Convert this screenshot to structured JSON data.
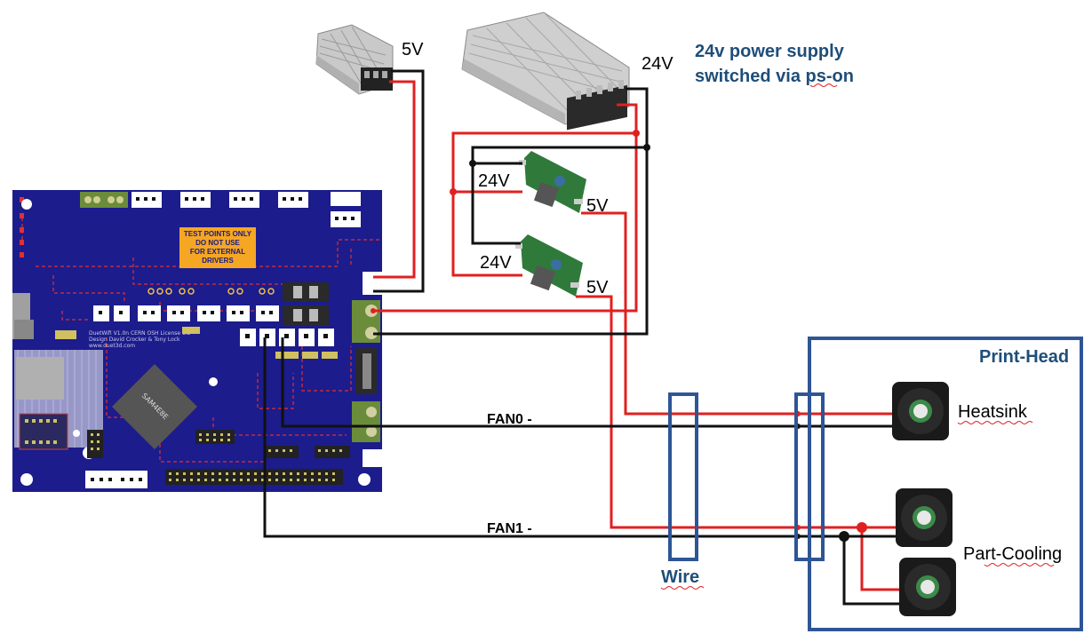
{
  "psu_small": {
    "voltage_label": "5V"
  },
  "psu_large": {
    "voltage_label": "24V"
  },
  "psu_note": {
    "line1": "24v power supply",
    "line2": "switched via ps-on"
  },
  "buck1": {
    "in_label": "24V",
    "out_label": "5V"
  },
  "buck2": {
    "in_label": "24V",
    "out_label": "5V"
  },
  "board": {
    "warning_lines": [
      "TEST POINTS ONLY",
      "DO NOT USE",
      "FOR EXTERNAL",
      "DRIVERS"
    ],
    "info_lines": [
      "DuetWifi V1.0n CERN OSH License 1.2",
      "Design David Crocker & Tony Lock",
      "www.duet3d.com"
    ],
    "chip_label": "SAM4E8E"
  },
  "wires": {
    "fan0_label": "FAN0 -",
    "fan1_label": "FAN1 -"
  },
  "wire_box": {
    "label": "Wire"
  },
  "print_head": {
    "title": "Print-Head",
    "heatsink_label": "Heatsink",
    "part_cooling_label": "Part-Cooling"
  },
  "colors": {
    "wire_red": "#e02020",
    "wire_black": "#111111",
    "frame_blue": "#2e5596",
    "pcb_blue": "#1c1c8c",
    "pcb_trace": "#e03030"
  }
}
